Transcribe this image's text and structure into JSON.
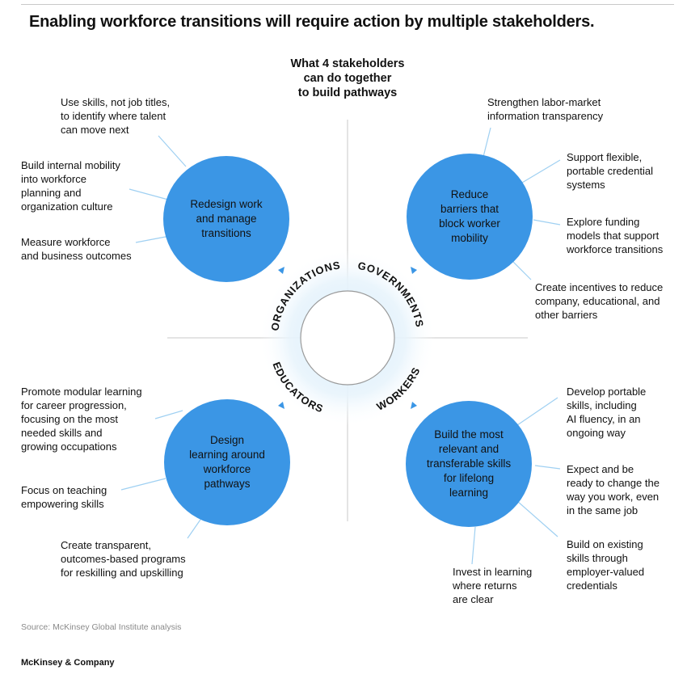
{
  "title": "Enabling workforce transitions will require action by multiple stakeholders.",
  "center_heading": [
    "What 4 stakeholders",
    "can do together",
    "to build pathways"
  ],
  "stakeholders": {
    "organizations": {
      "name": "ORGANIZATIONS",
      "circle": [
        "Redesign work",
        "and manage",
        "transitions"
      ],
      "actions": [
        [
          "Use skills, not job titles,",
          "to identify where talent",
          "can move next"
        ],
        [
          "Build internal mobility",
          "into workforce",
          "planning and",
          "organization culture"
        ],
        [
          "Measure workforce",
          "and business outcomes"
        ]
      ]
    },
    "governments": {
      "name": "GOVERNMENTS",
      "circle": [
        "Reduce",
        "barriers that",
        "block worker",
        "mobility"
      ],
      "actions": [
        [
          "Strengthen labor-market",
          "information transparency"
        ],
        [
          "Support flexible,",
          "portable credential",
          "systems"
        ],
        [
          "Explore funding",
          "models that support",
          "workforce transitions"
        ],
        [
          "Create incentives to reduce",
          "company, educational, and",
          "other barriers"
        ]
      ]
    },
    "educators": {
      "name": "EDUCATORS",
      "circle": [
        "Design",
        "learning around",
        "workforce",
        "pathways"
      ],
      "actions": [
        [
          "Promote modular learning",
          "for career progression,",
          "focusing on the most",
          "needed skills and",
          "growing occupations"
        ],
        [
          "Focus on teaching",
          "empowering skills"
        ],
        [
          "Create transparent,",
          "outcomes-based programs",
          "for reskilling and upskilling"
        ]
      ]
    },
    "workers": {
      "name": "WORKERS",
      "circle": [
        "Build the most",
        "relevant and",
        "transferable skills",
        "for lifelong",
        "learning"
      ],
      "actions": [
        [
          "Develop portable",
          "skills, including",
          "AI fluency, in an",
          "ongoing way"
        ],
        [
          "Expect and be",
          "ready to change the",
          "way you work, even",
          "in the same job"
        ],
        [
          "Build on existing",
          "skills through",
          "employer-valued",
          "credentials"
        ],
        [
          "Invest in learning",
          "where returns",
          "are clear"
        ]
      ]
    }
  },
  "source": "Source: McKinsey Global Institute analysis",
  "brand": "McKinsey & Company",
  "colors": {
    "circle_fill": "#3b96e5",
    "connector": "#9fd0f2",
    "axis": "#c8c8c8",
    "text": "#111111",
    "source_text": "#8a8a8a"
  }
}
